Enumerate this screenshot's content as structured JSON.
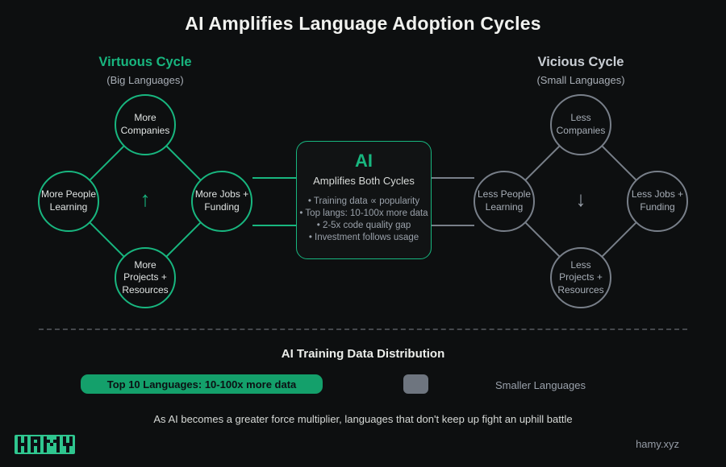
{
  "title": "AI Amplifies Language Adoption Cycles",
  "virtuous": {
    "title": "Virtuous Cycle",
    "subtitle": "(Big Languages)",
    "arrow": "↑",
    "nodes": {
      "top": "More Companies",
      "left": "More People Learning",
      "right": "More Jobs + Funding",
      "bottom": "More Projects + Resources"
    }
  },
  "vicious": {
    "title": "Vicious Cycle",
    "subtitle": "(Small Languages)",
    "arrow": "↓",
    "nodes": {
      "top": "Less Companies",
      "left": "Less People Learning",
      "right": "Less Jobs + Funding",
      "bottom": "Less Projects + Resources"
    }
  },
  "ai_box": {
    "title": "AI",
    "subtitle": "Amplifies Both Cycles",
    "bullets": [
      "• Training data ∝ popularity",
      "• Top langs: 10-100x more data",
      "• 2-5x code quality gap",
      "• Investment follows usage"
    ]
  },
  "distribution": {
    "title": "AI Training Data Distribution",
    "top_bar_label": "Top 10 Languages: 10-100x more data",
    "small_label": "Smaller Languages"
  },
  "footnote": "As AI becomes a greater force multiplier, languages that don't keep up fight an uphill battle",
  "brand": {
    "logo": "HAMY",
    "site": "hamy.xyz"
  },
  "colors": {
    "accent": "#18b67f",
    "bar_green": "#14a06b",
    "gray_stroke": "#787f89",
    "logo_green": "#2fc68f",
    "background": "#0d0f10"
  }
}
